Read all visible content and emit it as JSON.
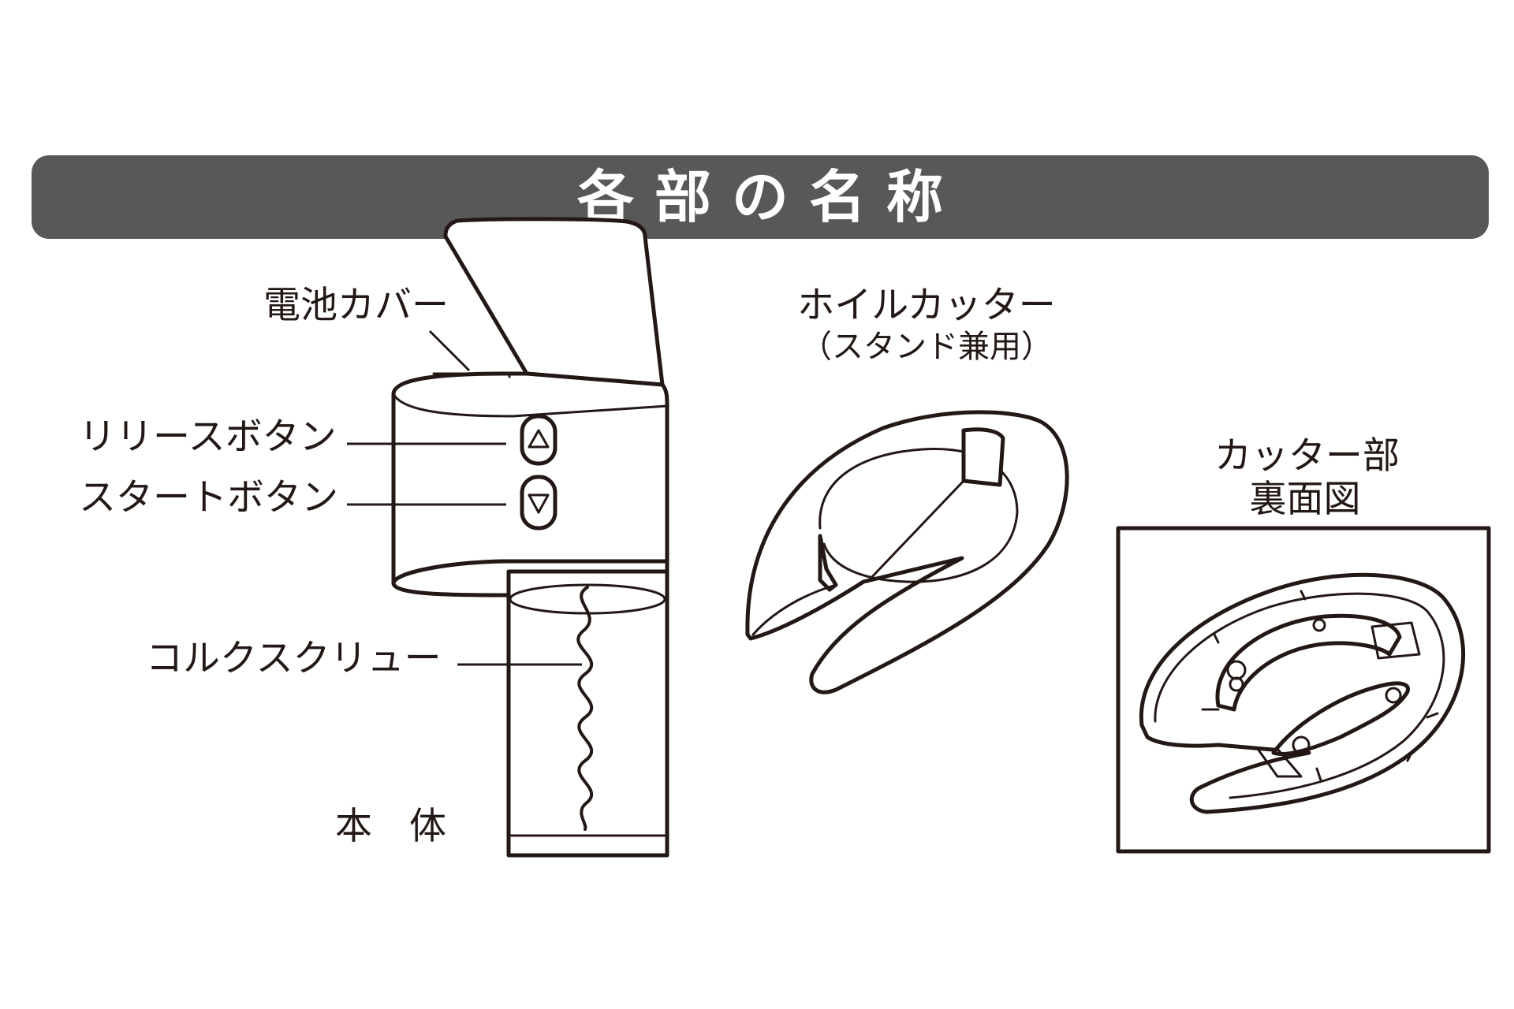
{
  "title": "各部の名称",
  "colors": {
    "banner": "#595757",
    "banner_text": "#ffffff",
    "ink": "#231815",
    "background": "#ffffff"
  },
  "labels": {
    "battery_cover": "電池カバー",
    "release_button": "リリースボタン",
    "start_button": "スタートボタン",
    "corkscrew": "コルクスクリュー",
    "body": "本　体",
    "foil_cutter": "ホイルカッター",
    "foil_cutter_note": "（スタンド兼用）",
    "cutter_part": "カッター部",
    "back_view": "裏面図"
  },
  "icons": {
    "release_button": "triangle-up-icon",
    "start_button": "triangle-down-icon"
  }
}
